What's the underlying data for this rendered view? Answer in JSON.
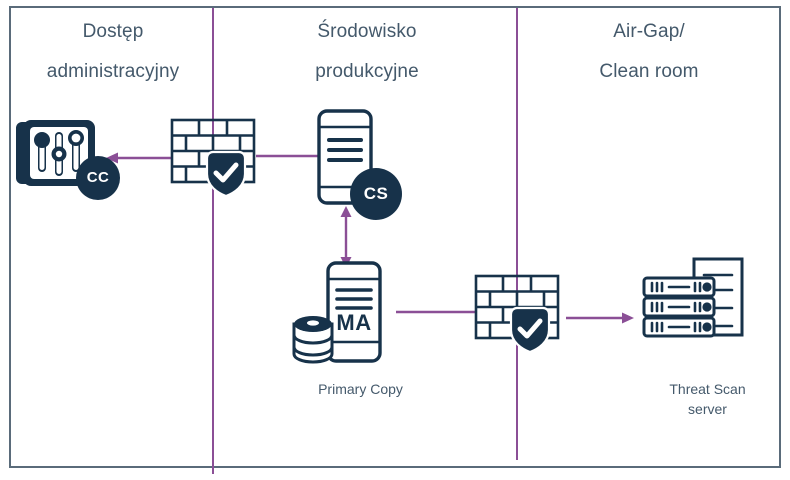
{
  "diagram": {
    "title_implicit": "",
    "colors": {
      "frame_border": "#5a6b7a",
      "divider": "#8b4f96",
      "arrow": "#8b4f96",
      "icon_dark": "#16324a",
      "icon_fill": "#17324a",
      "text": "#44596b",
      "background": "#ffffff",
      "badge_text": "#ffffff"
    },
    "columns": [
      {
        "id": "admin",
        "label": "Dostęp\nadministracyjny"
      },
      {
        "id": "production",
        "label": "Środowisko\nprodukcyjne"
      },
      {
        "id": "airgap",
        "label": "Air-Gap/\nClean room"
      }
    ],
    "nodes": [
      {
        "id": "cc-console",
        "icon": "command-center-console-icon",
        "badge": "CC",
        "caption": ""
      },
      {
        "id": "firewall-1",
        "icon": "firewall-shield-icon",
        "badge": "",
        "caption": ""
      },
      {
        "id": "cs-device",
        "icon": "commserve-device-icon",
        "badge": "CS",
        "caption": ""
      },
      {
        "id": "ma-device",
        "icon": "media-agent-device-icon",
        "badge": "",
        "inner_label": "MA",
        "caption": "Primary Copy"
      },
      {
        "id": "firewall-2",
        "icon": "firewall-shield-icon",
        "badge": "",
        "caption": ""
      },
      {
        "id": "threat-scan",
        "icon": "rack-server-icon",
        "badge": "",
        "caption": "Threat Scan\nserver"
      }
    ],
    "connectors": [
      {
        "id": "firewall1-to-cc",
        "from": "firewall-1",
        "to": "cc-console",
        "direction": "left",
        "style": "arrow"
      },
      {
        "id": "cs-to-firewall1",
        "from": "cs-device",
        "to": "firewall-1",
        "direction": "left",
        "style": "line"
      },
      {
        "id": "cs-ma-bidirectional",
        "from": "cs-device",
        "to": "ma-device",
        "direction": "both",
        "style": "double-arrow"
      },
      {
        "id": "ma-to-firewall2",
        "from": "ma-device",
        "to": "firewall-2",
        "direction": "right",
        "style": "line"
      },
      {
        "id": "firewall2-to-server",
        "from": "firewall-2",
        "to": "threat-scan",
        "direction": "right",
        "style": "arrow"
      }
    ],
    "badges": {
      "cc": "CC",
      "cs": "CS"
    },
    "labels": {
      "ma_inner": "MA",
      "primary_copy": "Primary Copy",
      "threat_scan_server": "Threat Scan\nserver"
    }
  }
}
